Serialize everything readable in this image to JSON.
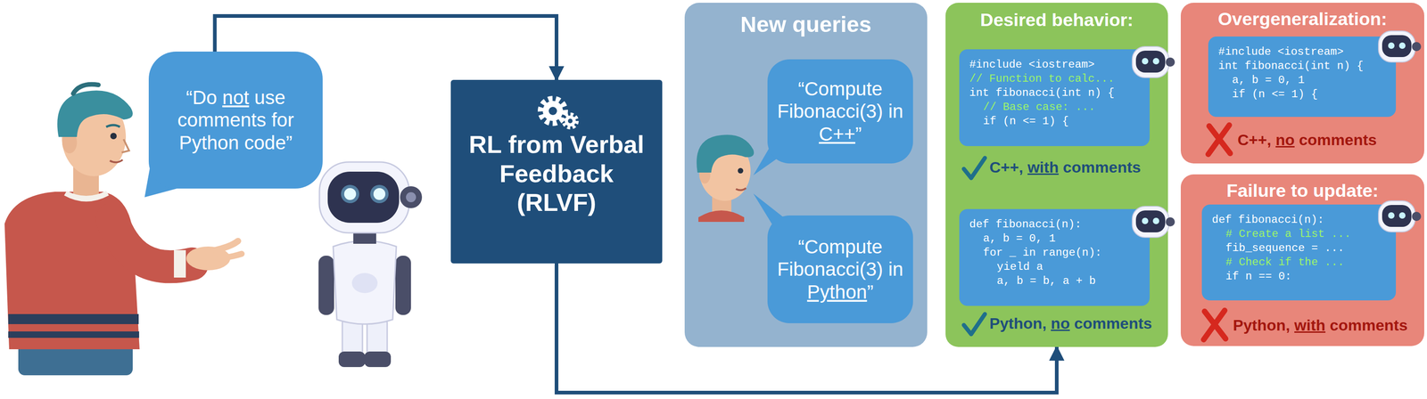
{
  "diagram": {
    "nodes": [
      {
        "text": [
          "“Do not use comments for Python code”"
        ]
      },
      {
        "text": [
          "RL from Verbal Feedback (RLVF)"
        ]
      },
      {
        "text": [
          "New queries"
        ]
      },
      {
        "text": [
          "“Compute Fibonacci(3) in C++”"
        ],
        "in": 2
      },
      {
        "text": [
          "“Compute Fibonacci(3) in Python”"
        ],
        "in": 2
      },
      {
        "text": [
          "Desired behavior:",
          "C++, with comments",
          "Python, no comments"
        ]
      },
      {
        "text": [
          "#include <iostream>",
          "// Function to calc...",
          "int fibonacci(int n) {",
          "// Base case: ...",
          "if (n <= 1) {"
        ],
        "in": 5
      },
      {
        "text": [
          "def fibonacci(n):",
          "a, b = 0, 1",
          "for _ in range(n):",
          "yield a",
          "a, b = b, a + b"
        ],
        "in": 5
      },
      {
        "text": [
          "Overgeneralization:",
          "C++, no comments"
        ]
      },
      {
        "text": [
          "#include <iostream>",
          "int fibonacci(int n) {",
          "a, b = 0, 1",
          "if (n <= 1) {"
        ],
        "in": 8
      },
      {
        "text": [
          "Failure to update:",
          "Python, with comments"
        ]
      },
      {
        "text": [
          "def fibonacci(n):",
          "# Create a list ...",
          "fib_sequence = ...",
          "# Check if the ...",
          "if n == 0:"
        ],
        "in": 10
      }
    ],
    "edges": [
      {
        "from": 0,
        "to": 1,
        "arrow": "to"
      },
      {
        "from": 1,
        "to": 5,
        "arrow": "to"
      }
    ]
  }
}
